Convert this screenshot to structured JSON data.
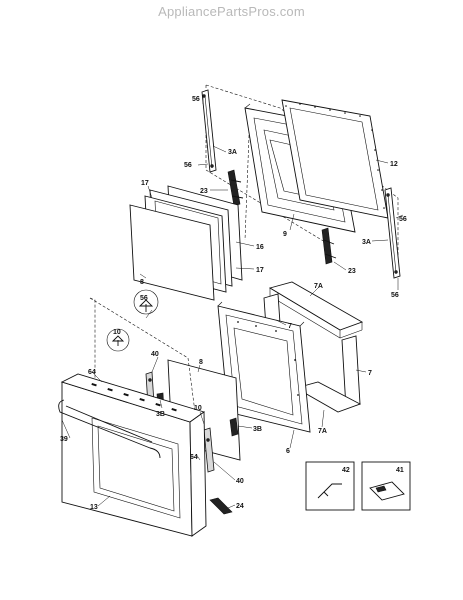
{
  "watermark": "AppliancePartsPros.com",
  "callouts": {
    "c56a": "56",
    "c3Aa": "3A",
    "c12": "12",
    "c56b": "56",
    "c23a": "23",
    "c9": "9",
    "c56c": "56",
    "c3Ab": "3A",
    "c23b": "23",
    "c56d": "56",
    "c17a": "17",
    "c16": "16",
    "c17b": "17",
    "c8a": "8",
    "c7Aa": "7A",
    "c7a": "7",
    "c7b": "7",
    "c7Ab": "7A",
    "c6": "6",
    "c56e": "56",
    "c10a": "10",
    "c40a": "40",
    "c8b": "8",
    "c64a": "64",
    "c3Ba": "3B",
    "c10b": "10",
    "c3Bb": "3B",
    "c64b": "64",
    "c40b": "40",
    "c39": "39",
    "c13": "13",
    "c24": "24",
    "c42": "42",
    "c41": "41"
  }
}
